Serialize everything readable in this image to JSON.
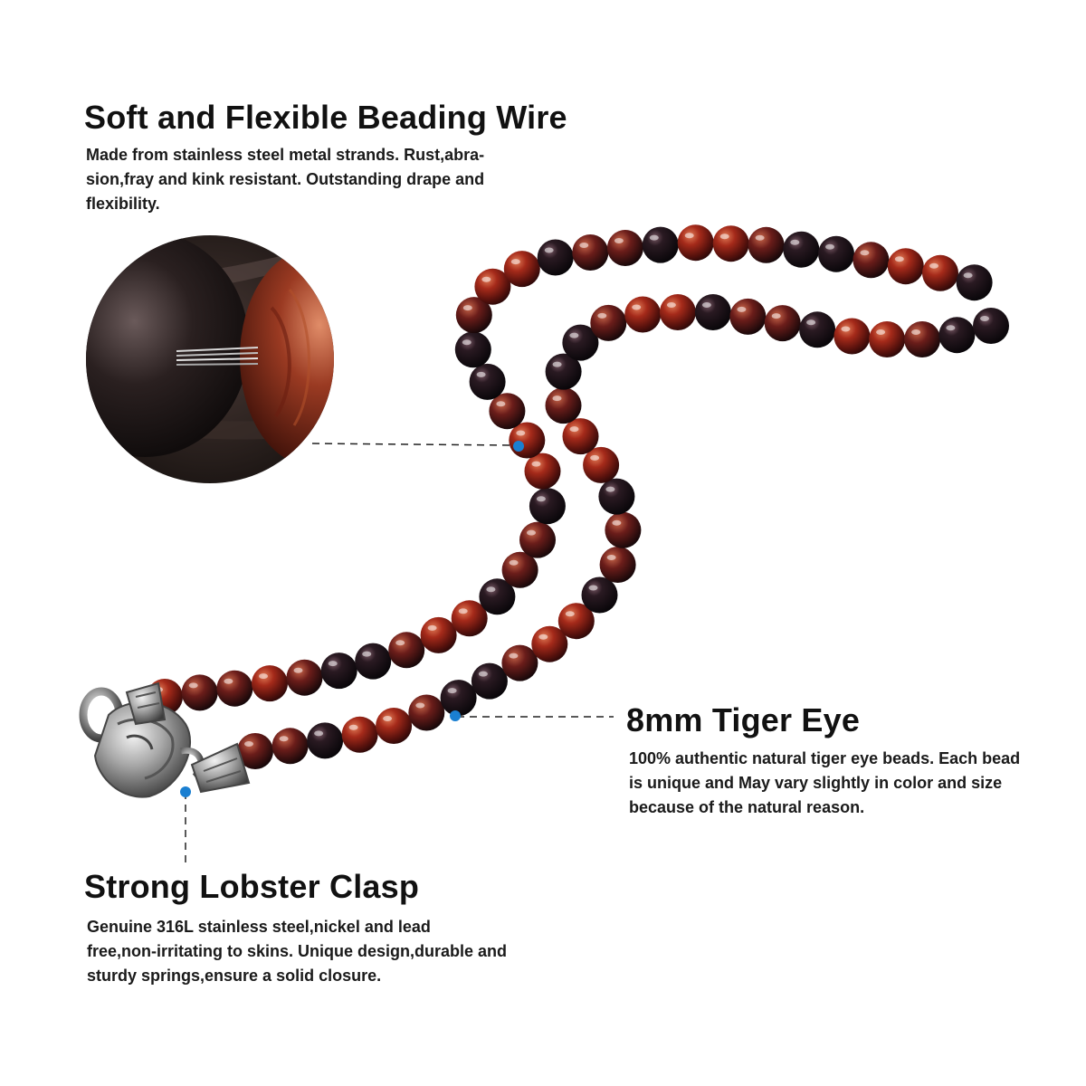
{
  "features": {
    "wire": {
      "title": "Soft and Flexible Beading Wire",
      "lines": [
        "Made from stainless steel metal strands. Rust,abra-",
        "sion,fray and kink resistant. Outstanding drape and",
        "flexibility."
      ]
    },
    "beads": {
      "title": "8mm Tiger Eye",
      "lines": [
        "100% authentic natural tiger eye beads. Each bead",
        "is unique and May vary slightly in color and size",
        "because of the natural reason."
      ]
    },
    "clasp": {
      "title": "Strong Lobster Clasp",
      "lines": [
        "Genuine 316L stainless steel,nickel and lead",
        "free,non-irritating to skins. Unique design,durable and",
        "sturdy springs,ensure a solid closure."
      ]
    }
  },
  "colors": {
    "marker": "#1a7fd1",
    "bead_red": "#8a1f14",
    "bead_dark": "#1c1014",
    "metal": "#9a9a9a"
  }
}
